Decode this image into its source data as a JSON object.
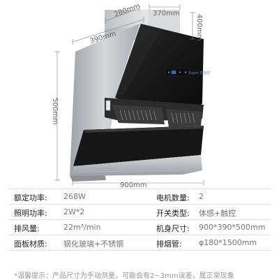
{
  "dimensions": {
    "top_depth": "280mm",
    "top_width": "370mm",
    "side_depth": "390mm",
    "upper_height": "400mm",
    "total_height": "500mm",
    "total_width": "900mm"
  },
  "product": {
    "brand": "Supor 苏泊尔"
  },
  "specs": [
    {
      "label": "额定功率:",
      "value": "268W",
      "label2": "电机数量:",
      "value2": "2"
    },
    {
      "label": "照明功率:",
      "value": "2W*2",
      "label2": "开关类型:",
      "value2": "体感+触控"
    },
    {
      "label": "排风量:",
      "value": "22m³/min",
      "label2": "机身尺寸:",
      "value2": "900*390*500mm"
    },
    {
      "label": "面板材质:",
      "value": "钢化玻璃+不锈钢",
      "label2": "排烟管:",
      "value2": "φ180*1500mm"
    }
  ],
  "note": "*温馨提示：产品尺寸为手动测量，可能会有2~3mm误差，属正常现象",
  "colors": {
    "panel": "#1a1a1a",
    "steel": "#c4c7cb",
    "accent_blue": "#3a7bd5"
  }
}
